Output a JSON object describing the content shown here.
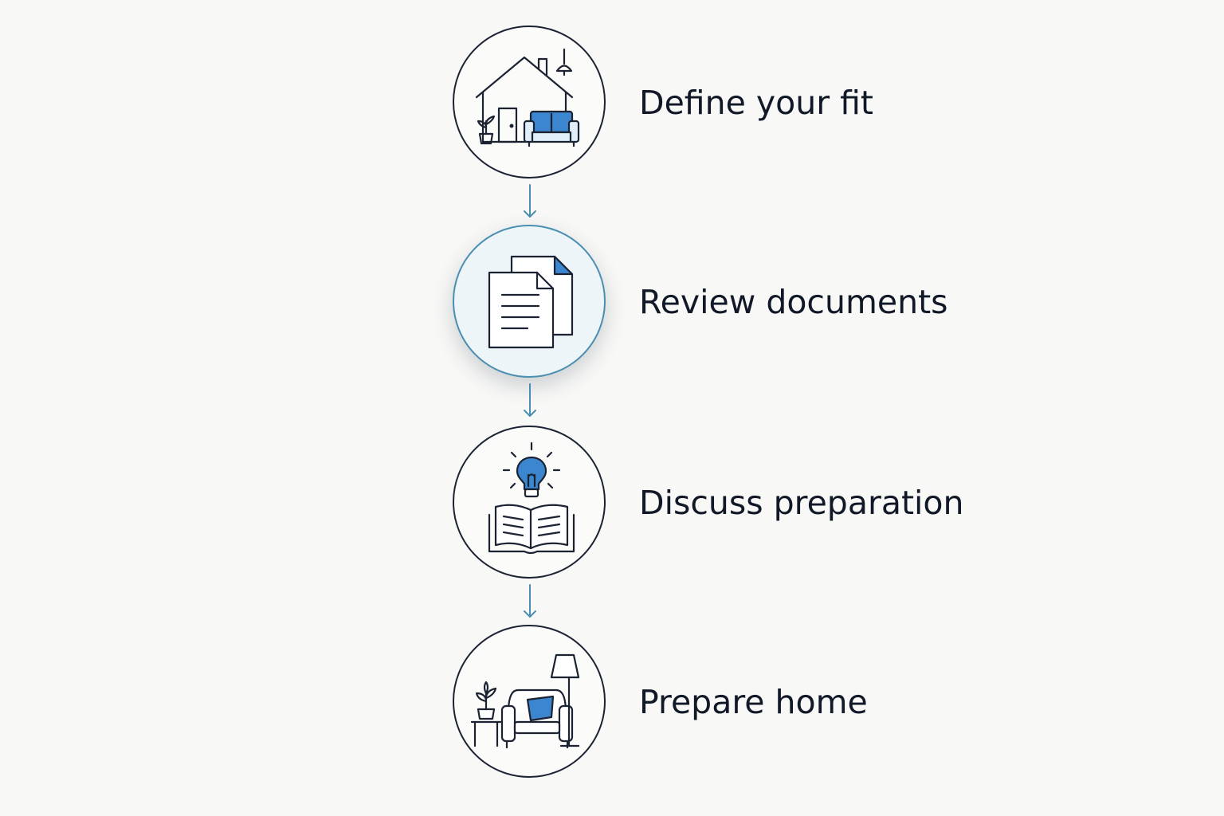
{
  "colors": {
    "background": "#f8f8f6",
    "stroke": "#1b2333",
    "accent": "#3b86cf",
    "connector": "#4a8fb2",
    "active_fill": "#eef5f9"
  },
  "steps": [
    {
      "label": "Define your fit",
      "icon": "house-with-sofa-icon",
      "active": false
    },
    {
      "label": "Review documents",
      "icon": "documents-icon",
      "active": true
    },
    {
      "label": "Discuss preparation",
      "icon": "lightbulb-book-icon",
      "active": false
    },
    {
      "label": "Prepare home",
      "icon": "armchair-lamp-icon",
      "active": false
    }
  ]
}
